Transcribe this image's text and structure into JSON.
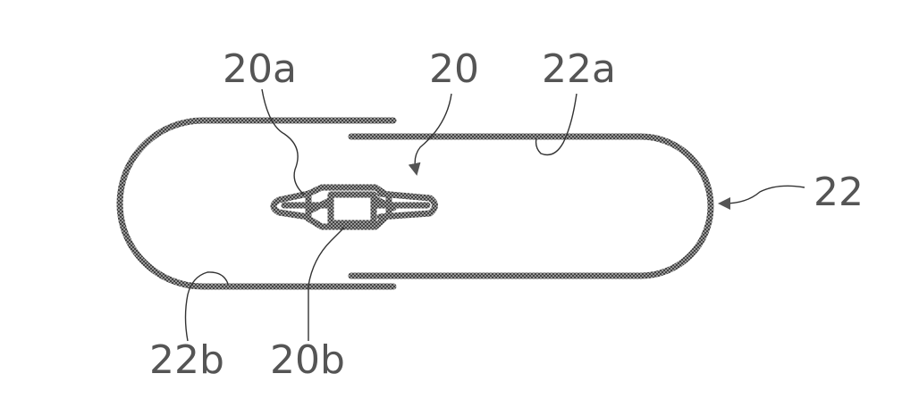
{
  "labels": {
    "label_20a": "20a",
    "label_20": "20",
    "label_22a": "22a",
    "label_22": "22",
    "label_22b": "22b",
    "label_20b": "20b"
  },
  "colors": {
    "line": "#555555",
    "dot": "#6a6a6a",
    "background": "#ffffff"
  }
}
